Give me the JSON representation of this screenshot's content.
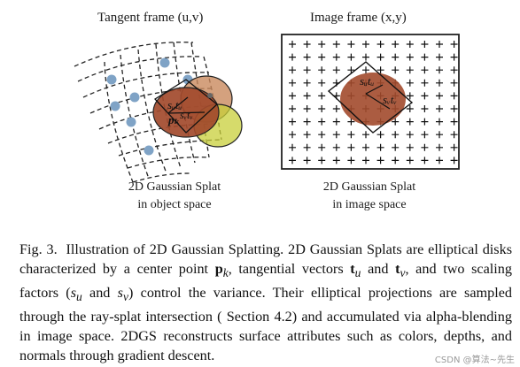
{
  "panels": {
    "left": {
      "title": "Tangent frame (u,v)",
      "caption_line1": "2D Gaussian Splat",
      "caption_line2": "in object space",
      "labels": {
        "su_tu": "sᵤtᵤ",
        "sv_tv": "sᵥtᵥ",
        "pk": "pₖ"
      }
    },
    "right": {
      "title": "Image frame (x,y)",
      "caption_line1": "2D Gaussian Splat",
      "caption_line2": "in image space",
      "labels": {
        "su_tu": "sᵤtᵤ",
        "sv_tv": "sᵥtᵥ"
      }
    }
  },
  "caption": {
    "fig_label": "Fig. 3.",
    "part1": "Illustration of 2D Gaussian Splatting. 2D Gaussian Splats are elliptical disks characterized by a center point ",
    "pk": "p",
    "pk_sub": "k",
    "part2": ", tangential vectors ",
    "tu": "t",
    "tu_sub": "u",
    "part3": " and ",
    "tv": "t",
    "tv_sub": "v",
    "part4": ", and two scaling factors (",
    "su": "s",
    "su_sub": "u",
    "part5": " and ",
    "sv": "s",
    "sv_sub": "v",
    "part6": ") control the variance. Their elliptical projections are sampled through the ray-splat intersection ( Section 4.2) and accumulated via alpha-blending in image space. 2DGS reconstructs surface attributes such as colors, depths, and normals through gradient descent."
  },
  "watermark": "CSDN @算法~先生",
  "colors": {
    "dot": "#7fa3c6",
    "splat_main": "#a24a2c",
    "splat_orange": "#c98a5e",
    "splat_yellow": "#c8cf3a"
  }
}
